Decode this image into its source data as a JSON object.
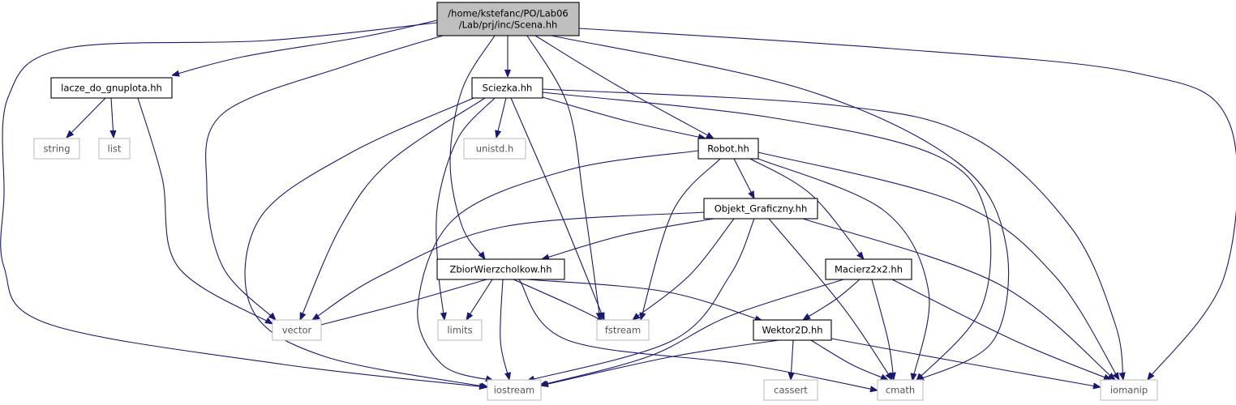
{
  "diagram": {
    "nodes": [
      {
        "id": "scena",
        "lines": [
          "/home/kstefanc/PO/Lab06",
          "/Lab/prj/inc/Scena.hh"
        ],
        "kind": "root"
      },
      {
        "id": "lacze",
        "lines": [
          "lacze_do_gnuplota.hh"
        ],
        "kind": "file"
      },
      {
        "id": "sciezka",
        "lines": [
          "Sciezka.hh"
        ],
        "kind": "file"
      },
      {
        "id": "robot",
        "lines": [
          "Robot.hh"
        ],
        "kind": "file"
      },
      {
        "id": "objekt",
        "lines": [
          "Objekt_Graficzny.hh"
        ],
        "kind": "file"
      },
      {
        "id": "zbior",
        "lines": [
          "ZbiorWierzcholkow.hh"
        ],
        "kind": "file"
      },
      {
        "id": "macierz",
        "lines": [
          "Macierz2x2.hh"
        ],
        "kind": "file"
      },
      {
        "id": "wektor",
        "lines": [
          "Wektor2D.hh"
        ],
        "kind": "file"
      },
      {
        "id": "string",
        "lines": [
          "string"
        ],
        "kind": "system"
      },
      {
        "id": "list",
        "lines": [
          "list"
        ],
        "kind": "system"
      },
      {
        "id": "unistd",
        "lines": [
          "unistd.h"
        ],
        "kind": "system"
      },
      {
        "id": "vector",
        "lines": [
          "vector"
        ],
        "kind": "system"
      },
      {
        "id": "limits",
        "lines": [
          "limits"
        ],
        "kind": "system"
      },
      {
        "id": "fstream",
        "lines": [
          "fstream"
        ],
        "kind": "system"
      },
      {
        "id": "iostream",
        "lines": [
          "iostream"
        ],
        "kind": "system"
      },
      {
        "id": "cassert",
        "lines": [
          "cassert"
        ],
        "kind": "system"
      },
      {
        "id": "cmath",
        "lines": [
          "cmath"
        ],
        "kind": "system"
      },
      {
        "id": "iomanip",
        "lines": [
          "iomanip"
        ],
        "kind": "system"
      }
    ],
    "edges": [
      {
        "from": "scena",
        "to": "lacze"
      },
      {
        "from": "scena",
        "to": "vector"
      },
      {
        "from": "scena",
        "to": "iostream"
      },
      {
        "from": "scena",
        "to": "sciezka"
      },
      {
        "from": "scena",
        "to": "zbior"
      },
      {
        "from": "scena",
        "to": "fstream"
      },
      {
        "from": "scena",
        "to": "robot"
      },
      {
        "from": "scena",
        "to": "cmath"
      },
      {
        "from": "scena",
        "to": "iomanip"
      },
      {
        "from": "lacze",
        "to": "string"
      },
      {
        "from": "lacze",
        "to": "list"
      },
      {
        "from": "lacze",
        "to": "vector"
      },
      {
        "from": "sciezka",
        "to": "unistd"
      },
      {
        "from": "sciezka",
        "to": "vector"
      },
      {
        "from": "sciezka",
        "to": "iostream"
      },
      {
        "from": "sciezka",
        "to": "limits"
      },
      {
        "from": "sciezka",
        "to": "fstream"
      },
      {
        "from": "sciezka",
        "to": "robot"
      },
      {
        "from": "sciezka",
        "to": "cmath"
      },
      {
        "from": "sciezka",
        "to": "iomanip"
      },
      {
        "from": "robot",
        "to": "objekt"
      },
      {
        "from": "robot",
        "to": "iostream"
      },
      {
        "from": "robot",
        "to": "fstream"
      },
      {
        "from": "robot",
        "to": "macierz"
      },
      {
        "from": "robot",
        "to": "cmath"
      },
      {
        "from": "robot",
        "to": "iomanip"
      },
      {
        "from": "objekt",
        "to": "zbior"
      },
      {
        "from": "objekt",
        "to": "vector"
      },
      {
        "from": "objekt",
        "to": "fstream"
      },
      {
        "from": "objekt",
        "to": "iostream"
      },
      {
        "from": "objekt",
        "to": "cmath"
      },
      {
        "from": "objekt",
        "to": "iomanip"
      },
      {
        "from": "zbior",
        "to": "vector"
      },
      {
        "from": "zbior",
        "to": "limits"
      },
      {
        "from": "zbior",
        "to": "fstream"
      },
      {
        "from": "zbior",
        "to": "iostream"
      },
      {
        "from": "zbior",
        "to": "cmath"
      },
      {
        "from": "zbior",
        "to": "wektor"
      },
      {
        "from": "macierz",
        "to": "wektor"
      },
      {
        "from": "macierz",
        "to": "iostream"
      },
      {
        "from": "macierz",
        "to": "cmath"
      },
      {
        "from": "macierz",
        "to": "iomanip"
      },
      {
        "from": "wektor",
        "to": "iostream"
      },
      {
        "from": "wektor",
        "to": "cassert"
      },
      {
        "from": "wektor",
        "to": "cmath"
      },
      {
        "from": "wektor",
        "to": "iomanip"
      }
    ],
    "colors": {
      "edge": "#191970",
      "root_fill": "#bfbfbf",
      "file_border": "#000000",
      "system_border": "#bfbfbf"
    }
  }
}
